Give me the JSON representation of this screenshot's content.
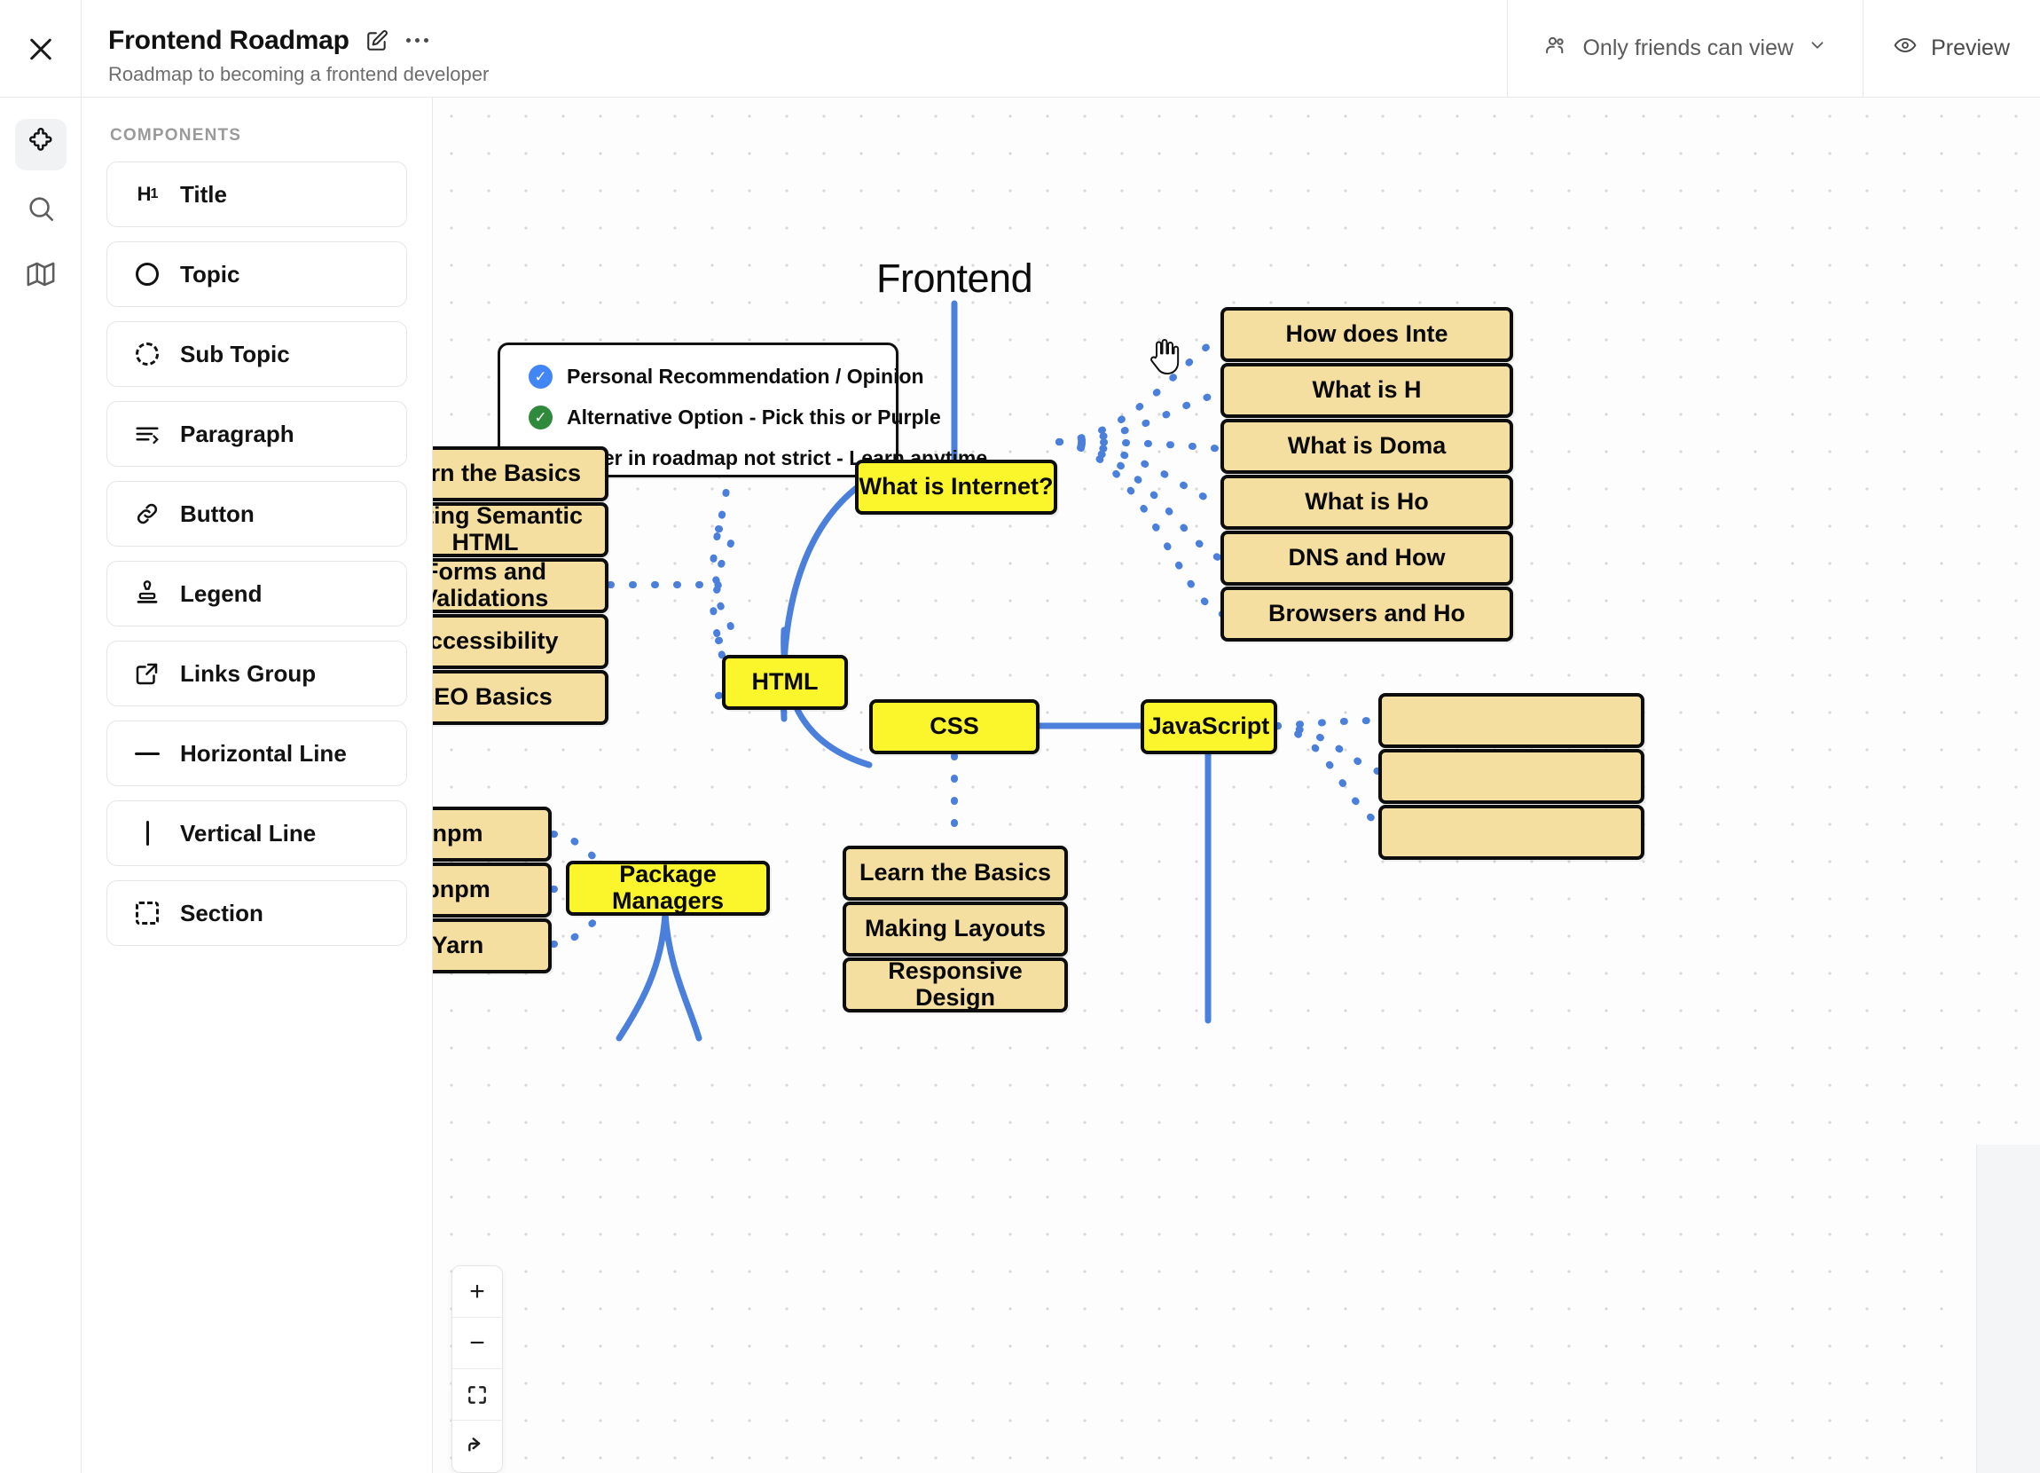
{
  "header": {
    "close_icon": "close-icon",
    "title": "Frontend Roadmap",
    "edit_icon": "edit-pencil-icon",
    "more_icon": "more-options-icon",
    "subtitle": "Roadmap to becoming a frontend developer",
    "share_icon": "people-icon",
    "share_label": "Only friends can view",
    "share_chevron": "chevron-down-icon",
    "preview_icon": "eye-icon",
    "preview_label": "Preview"
  },
  "rail": {
    "items": [
      {
        "name": "components",
        "icon": "puzzle-icon",
        "active": true
      },
      {
        "name": "search",
        "icon": "search-icon",
        "active": false
      },
      {
        "name": "map",
        "icon": "map-icon",
        "active": false
      }
    ]
  },
  "panel": {
    "heading": "COMPONENTS",
    "items": [
      {
        "label": "Title",
        "icon": "h1-icon"
      },
      {
        "label": "Topic",
        "icon": "circle-icon"
      },
      {
        "label": "Sub Topic",
        "icon": "dashed-circle-icon"
      },
      {
        "label": "Paragraph",
        "icon": "paragraph-lines-icon"
      },
      {
        "label": "Button",
        "icon": "link-chain-icon"
      },
      {
        "label": "Legend",
        "icon": "stamp-icon"
      },
      {
        "label": "Links Group",
        "icon": "external-link-icon"
      },
      {
        "label": "Horizontal Line",
        "icon": "horizontal-line-icon"
      },
      {
        "label": "Vertical Line",
        "icon": "vertical-line-icon"
      },
      {
        "label": "Section",
        "icon": "dashed-square-icon"
      }
    ]
  },
  "canvas": {
    "title": "Frontend",
    "cursor": "pointer-hand-cursor",
    "legend": {
      "items": [
        {
          "color": "#4285f4",
          "text": "Personal Recommendation / Opinion",
          "icon": "check-circle-icon"
        },
        {
          "color": "#2f8a3b",
          "text": "Alternative Option - Pick this or Purple",
          "icon": "check-circle-icon"
        },
        {
          "color": "#9e9e9e",
          "text": "Order in roadmap not strict - Learn anytime",
          "icon": "check-circle-icon"
        }
      ]
    },
    "nodes": {
      "internet": "What is Internet?",
      "html": "HTML",
      "css": "CSS",
      "javascript": "JavaScript",
      "package_managers": "Package Managers"
    },
    "internet_children": [
      "How does Inte",
      "What is H",
      "What is Doma",
      "What is Ho",
      "DNS and How",
      "Browsers and Ho"
    ],
    "html_children": [
      "Learn the Basics",
      "Writing Semantic HTML",
      "Forms and Validations",
      "Accessibility",
      "SEO Basics"
    ],
    "css_children": [
      "Learn the Basics",
      "Making Layouts",
      "Responsive Design"
    ],
    "package_children": [
      "npm",
      "pnpm",
      "Yarn"
    ],
    "colors": {
      "primary_node": "#fbf52b",
      "sub_node": "#f5dfa0",
      "edge": "#4a7fdb",
      "node_border": "#0d0d0d"
    },
    "zoom_controls": [
      {
        "name": "zoom-in",
        "glyph": "+"
      },
      {
        "name": "zoom-out",
        "glyph": "−"
      },
      {
        "name": "fit-to-screen",
        "glyph": "fit-icon"
      },
      {
        "name": "reset-view",
        "glyph": "reset-icon"
      }
    ]
  }
}
